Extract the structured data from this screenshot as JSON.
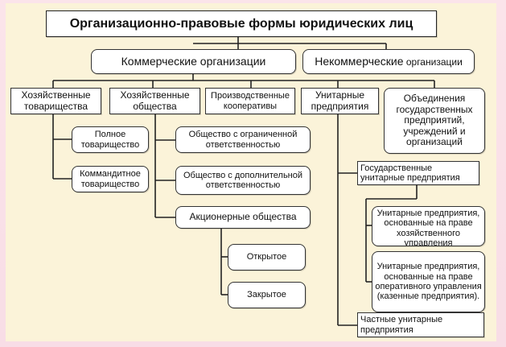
{
  "title": "Организационно-правовые формы юридических лиц",
  "level1": {
    "commercial": "Коммерческие организации",
    "noncommercial_a": "Некоммерческие",
    "noncommercial_b": " организации"
  },
  "level2": {
    "economic_partnerships": "Хозяйственные товарищества",
    "economic_companies": "Хозяйственные общества",
    "production_coops": "Производственные кооперативы",
    "unitary_enterprises": "Унитарные предприятия",
    "associations": "Объединения государственных предприятий, учреждений и организаций"
  },
  "partnerships": {
    "full": "Полное товарищество",
    "limited": "Коммандитное товарищество"
  },
  "companies": {
    "llc": "Общество с ограниченной ответственностью",
    "alc": "Общество с дополнительной ответственностью",
    "jsc": "Акционерные общества"
  },
  "jsc_types": {
    "open": "Открытое",
    "closed": "Закрытое"
  },
  "unitary": {
    "state": "Государственные унитарные предприятия",
    "economic_management": "Унитарные предприятия, основанные на праве хозяйственного управления",
    "operational_management": "Унитарные предприятия, основанные на праве оперативного управления (казенные предприятия).",
    "private": "Частные унитарные предприятия"
  }
}
